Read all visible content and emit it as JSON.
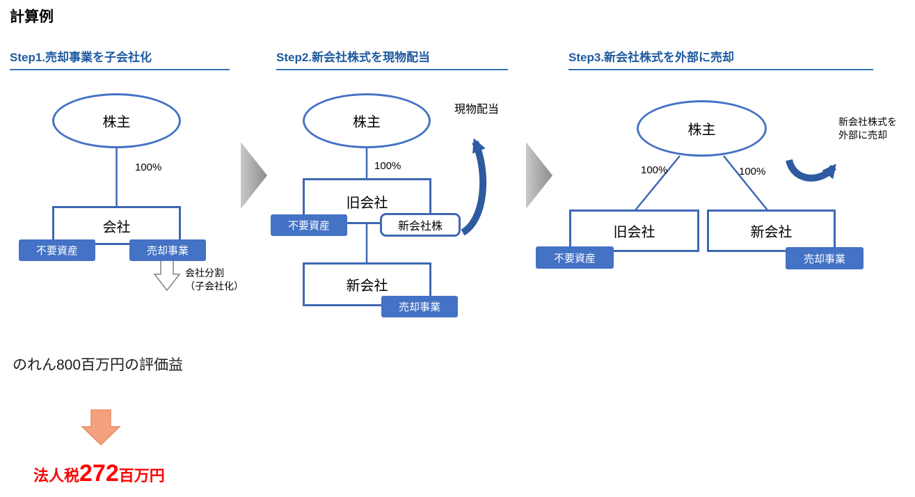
{
  "title": "計算例",
  "step1": {
    "heading": "Step1.売却事業を子会社化",
    "shareholder": "株主",
    "ownership": "100%",
    "company": "会社",
    "asset_left": "不要資産",
    "asset_right": "売却事業",
    "split_note_line1": "会社分割",
    "split_note_line2": "（子会社化）"
  },
  "step2": {
    "heading": "Step2.新会社株式を現物配当",
    "shareholder": "株主",
    "ownership": "100%",
    "old_company": "旧会社",
    "asset_left": "不要資産",
    "new_shares": "新会社株",
    "dividend_note": "現物配当",
    "new_company": "新会社",
    "asset_right": "売却事業"
  },
  "step3": {
    "heading": "Step3.新会社株式を外部に売却",
    "shareholder": "株主",
    "ownership_left": "100%",
    "ownership_right": "100%",
    "old_company": "旧会社",
    "asset_left": "不要資産",
    "new_company": "新会社",
    "asset_right": "売却事業",
    "sale_note_line1": "新会社株式を",
    "sale_note_line2": "外部に売却"
  },
  "summary": {
    "goodwill_text": "のれん800百万円の評価益",
    "tax_prefix": "法人税",
    "tax_amount": "272",
    "tax_suffix": "百万円"
  },
  "colors": {
    "heading_blue": "#1F5AA0",
    "shape_border_blue": "#3E67B3",
    "fill_blue": "#4472C4",
    "arrow_blue": "#2E5B9F",
    "chevron_gray": "#A6A6A6",
    "result_arrow_orange": "#F3A17E",
    "tax_red": "#FF0000"
  }
}
